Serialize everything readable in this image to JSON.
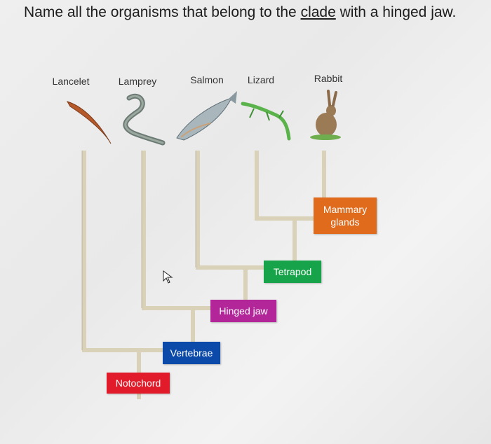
{
  "question": {
    "before": "Name all the organisms that belong to the ",
    "underlined": "clade",
    "after": " with a hinged jaw."
  },
  "organisms": [
    {
      "label": "Lancelet"
    },
    {
      "label": "Lamprey"
    },
    {
      "label": "Salmon"
    },
    {
      "label": "Lizard"
    },
    {
      "label": "Rabbit"
    }
  ],
  "traits": {
    "notochord": "Notochord",
    "vertebrae": "Vertebrae",
    "hinged_jaw": "Hinged jaw",
    "tetrapod": "Tetrapod",
    "mammary_glands": "Mammary glands"
  },
  "colors": {
    "notochord": "#e21b2a",
    "vertebrae": "#0b4aa8",
    "hinged_jaw": "#b2269a",
    "tetrapod": "#16a34a",
    "mammary_glands": "#e06b1c",
    "branch": "#d9d2b8"
  }
}
